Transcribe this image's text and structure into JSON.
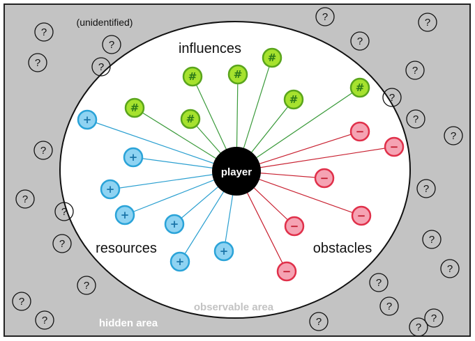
{
  "labels": {
    "unidentified": "(unidentified)",
    "influences": "influences",
    "resources": "resources",
    "obstacles": "obstacles",
    "player": "player",
    "observable_area": "observable area",
    "hidden_area": "hidden area"
  },
  "symbols": {
    "unknown": "?",
    "influence": "#",
    "resource": "+",
    "obstacle": "−"
  },
  "colors": {
    "hidden_area_fill": "#c3c3c3",
    "observable_area_fill": "#ffffff",
    "player_fill": "#000000",
    "influence_fill": "#a6e22e",
    "influence_stroke": "#5aa51c",
    "influence_line": "#3a9a3a",
    "resource_fill": "#8fd3f2",
    "resource_stroke": "#2aa3d8",
    "resource_line": "#2a9fd0",
    "obstacle_fill": "#f5a3b3",
    "obstacle_stroke": "#e0304a",
    "obstacle_line": "#c82030"
  },
  "counts": {
    "influences": 7,
    "resources": 7,
    "obstacles": 6,
    "unknowns": 26
  }
}
